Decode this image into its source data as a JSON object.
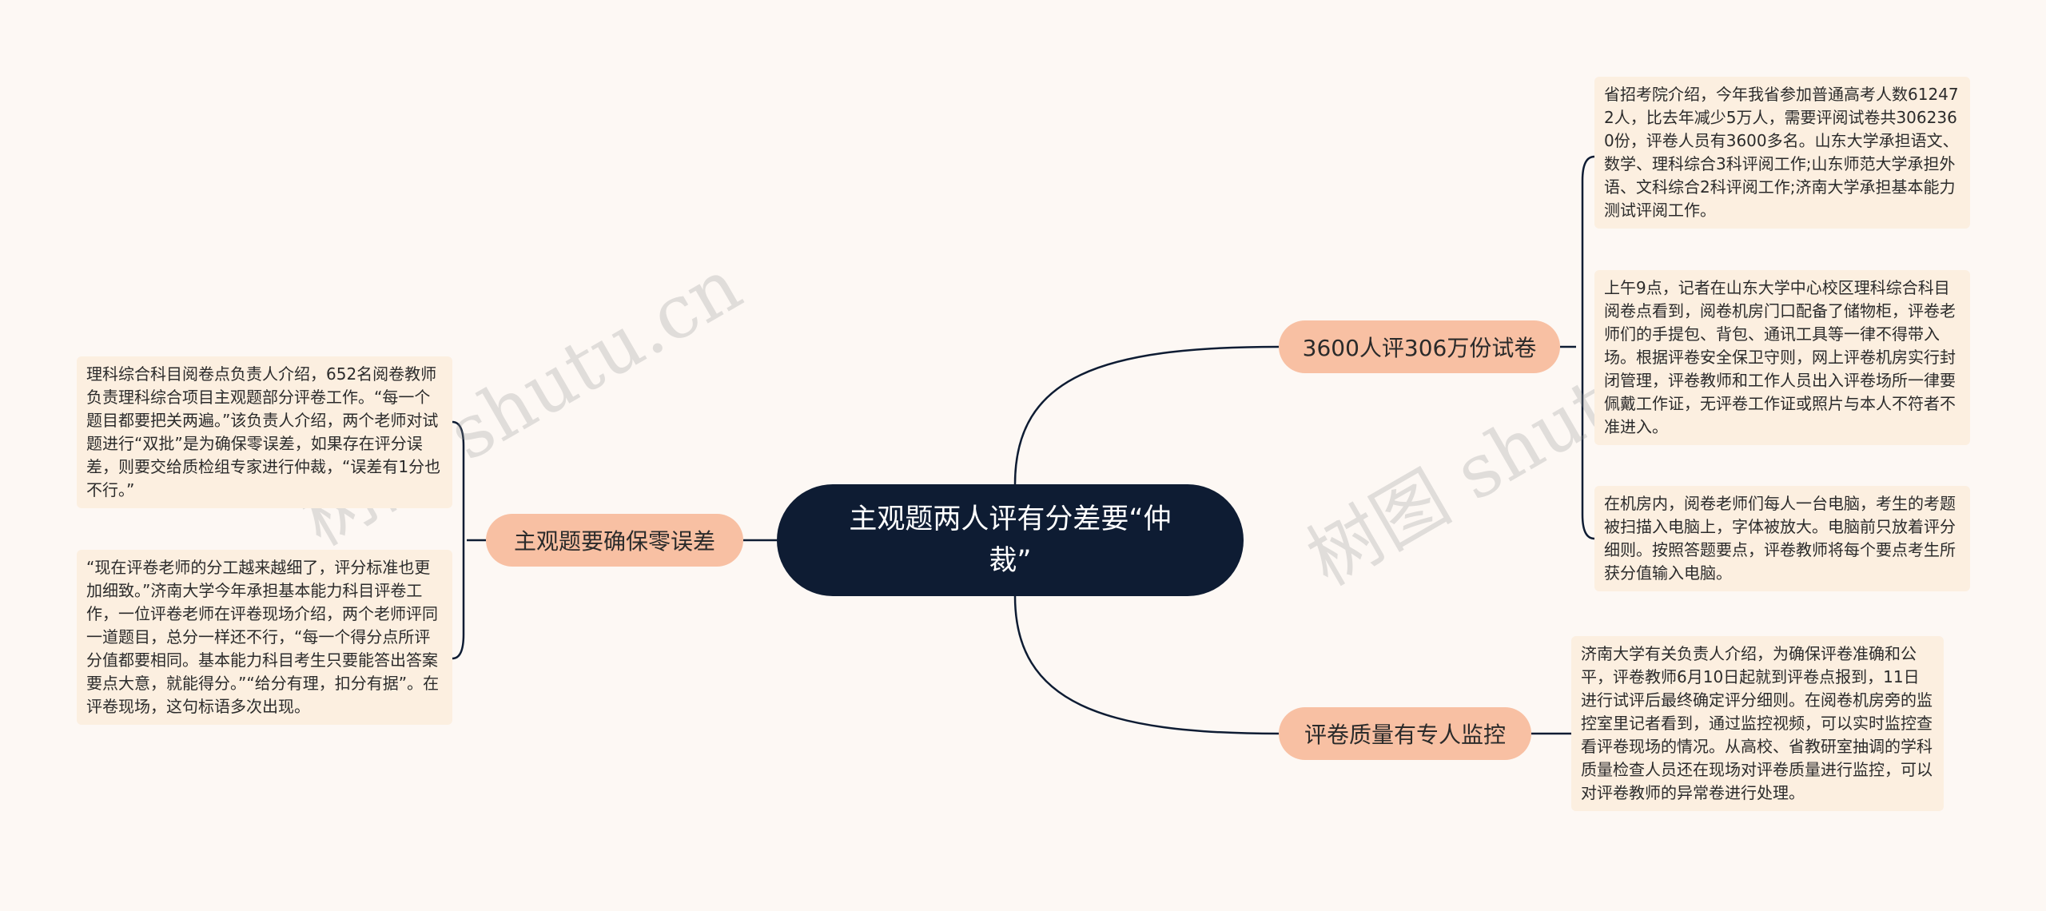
{
  "root": {
    "title": "主观题两人评有分差要“仲裁”"
  },
  "branches": {
    "b1": {
      "label": "3600人评306万份试卷",
      "leaves": [
        "省招考院介绍，今年我省参加普通高考人数612472人，比去年减少5万人，需要评阅试卷共3062360份，评卷人员有3600多名。山东大学承担语文、数学、理科综合3科评阅工作;山东师范大学承担外语、文科综合2科评阅工作;济南大学承担基本能力测试评阅工作。",
        "上午9点，记者在山东大学中心校区理科综合科目阅卷点看到，阅卷机房门口配备了储物柜，评卷老师们的手提包、背包、通讯工具等一律不得带入场。根据评卷安全保卫守则，网上评卷机房实行封闭管理，评卷教师和工作人员出入评卷场所一律要佩戴工作证，无评卷工作证或照片与本人不符者不准进入。",
        "在机房内，阅卷老师们每人一台电脑，考生的考题被扫描入电脑上，字体被放大。电脑前只放着评分细则。按照答题要点，评卷教师将每个要点考生所获分值输入电脑。"
      ]
    },
    "b2": {
      "label": "评卷质量有专人监控",
      "leaves": [
        "济南大学有关负责人介绍，为确保评卷准确和公平，评卷教师6月10日起就到评卷点报到，11日进行试评后最终确定评分细则。在阅卷机房旁的监控室里记者看到，通过监控视频，可以实时监控查看评卷现场的情况。从高校、省教研室抽调的学科质量检查人员还在现场对评卷质量进行监控，可以对评卷教师的异常卷进行处理。"
      ]
    },
    "b3": {
      "label": "主观题要确保零误差",
      "leaves": [
        "理科综合科目阅卷点负责人介绍，652名阅卷教师负责理科综合项目主观题部分评卷工作。“每一个题目都要把关两遍。”该负责人介绍，两个老师对试题进行“双批”是为确保零误差，如果存在评分误差，则要交给质检组专家进行仲裁，“误差有1分也不行。”",
        "“现在评卷老师的分工越来越细了，评分标准也更加细致。”济南大学今年承担基本能力科目评卷工作，一位评卷老师在评卷现场介绍，两个老师评同一道题目，总分一样还不行，“每一个得分点所评分值都要相同。基本能力科目考生只要能答出答案要点大意，就能得分。”“给分有理，扣分有据”。在评卷现场，这句标语多次出现。"
      ]
    }
  },
  "watermarks": [
    "树图 shutu.cn",
    "树图 shutu.cn"
  ],
  "colors": {
    "background": "#fdf8f4",
    "root_fill": "#0e1c33",
    "branch_fill": "#f8c0a3",
    "leaf_fill": "#fcefe0",
    "link": "#0e1c33"
  }
}
